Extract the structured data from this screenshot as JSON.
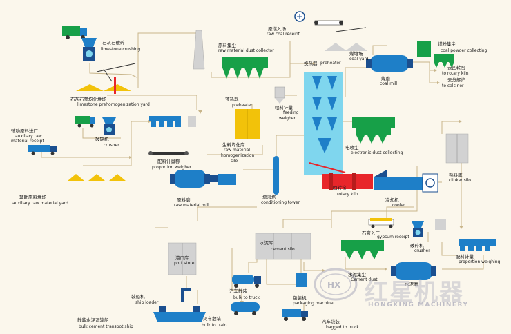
{
  "colors": {
    "blue": "#1e7fc8",
    "dark_blue": "#1b4f8f",
    "green": "#17a048",
    "yellow": "#f2c20a",
    "cyan": "#7fd6ee",
    "red": "#e8262a",
    "grey": "#d2d2d2",
    "line": "#c8b58a",
    "bg": "#fbf7ec"
  },
  "nodes": {
    "limestone_crushing": {
      "cn": "石灰石破碎",
      "en": "limestone crushing"
    },
    "limestone_yard": {
      "cn": "石灰石预均化堆场",
      "en": "limestone prehomogenization yard"
    },
    "aux_receipt": {
      "cn": "辅助原料进厂",
      "en1": "auxiliary raw",
      "en2": "material receipt"
    },
    "crusher_left": {
      "cn": "破碎机",
      "en": "crusher"
    },
    "aux_yard": {
      "cn": "辅助原料堆场",
      "en": "auxiliary raw material yard"
    },
    "raw_dust": {
      "cn": "原料集尘",
      "en": "raw material dust collector"
    },
    "preheater_small": {
      "cn": "预热器",
      "en": "preheater"
    },
    "feeding_weigher": {
      "cn": "喂料计量",
      "en1": "feeding",
      "en2": "weigher"
    },
    "homogenization_silo": {
      "cn": "生料均化库",
      "en1": "raw material",
      "en2": "homogenization",
      "en3": "silo"
    },
    "proportion_weigher": {
      "cn": "配料计量称",
      "en": "proportion weigher"
    },
    "raw_mill": {
      "cn": "原料磨",
      "en": "raw material mill"
    },
    "conditioning_tower": {
      "cn": "增湿塔",
      "en": "conditioning tower"
    },
    "raw_coal": {
      "cn": "原煤入场",
      "en": "raw coal receipt"
    },
    "coal_yard": {
      "cn": "煤堆场",
      "en": "coal yard"
    },
    "coal_mill": {
      "cn": "煤磨",
      "en": "coal mill"
    },
    "coal_powder": {
      "cn": "煤粉集尘",
      "en": "coal powder collecting"
    },
    "to_kiln": {
      "cn": "去回转窑",
      "en": "to rotary kiln"
    },
    "to_calciner": {
      "cn": "去分解炉",
      "en": "to calciner"
    },
    "preheater_main": {
      "cn": "换热器",
      "en": "preheater"
    },
    "electronic_dust": {
      "cn": "电收尘",
      "en": "electronic dust collecting"
    },
    "rotary_kiln": {
      "cn": "回转窑",
      "en": "rotary kiln"
    },
    "cooler": {
      "cn": "冷却机",
      "en": "cooler"
    },
    "clinker_silo": {
      "cn": "熟料库",
      "en": "clinker silo"
    },
    "gypsum": {
      "cn": "石膏入厂",
      "en": "gypsum receipt"
    },
    "crusher_right": {
      "cn": "破碎机",
      "en": "crusher"
    },
    "proportion_weighing": {
      "cn": "配料计量",
      "en": "proportion weighing"
    },
    "cement_dust": {
      "cn": "水泥集尘",
      "en": "Cement dust"
    },
    "cement_mill": {
      "cn": "水泥磨",
      "en": ""
    },
    "cement_silo": {
      "cn": "水泥库",
      "en": "cement silo"
    },
    "port_store": {
      "cn": "港口库",
      "en": "port store"
    },
    "ship_loader": {
      "cn": "装船机",
      "en": "ship loader"
    },
    "bulk_ship": {
      "cn": "散装水泥运输船",
      "en": "bulk cement transpot ship"
    },
    "bulk_truck": {
      "cn": "汽车散装",
      "en": "bulk to truck"
    },
    "packaging": {
      "cn": "包装机",
      "en": "packaging machine"
    },
    "bulk_train": {
      "cn": "火车散装",
      "en": "bulk to train"
    },
    "bagged_truck": {
      "cn": "汽车袋装",
      "en": "bagged to truck"
    }
  },
  "watermark": {
    "cn": "红星机器",
    "en": "HONGXING MACHINERY",
    "logo": "HX"
  }
}
